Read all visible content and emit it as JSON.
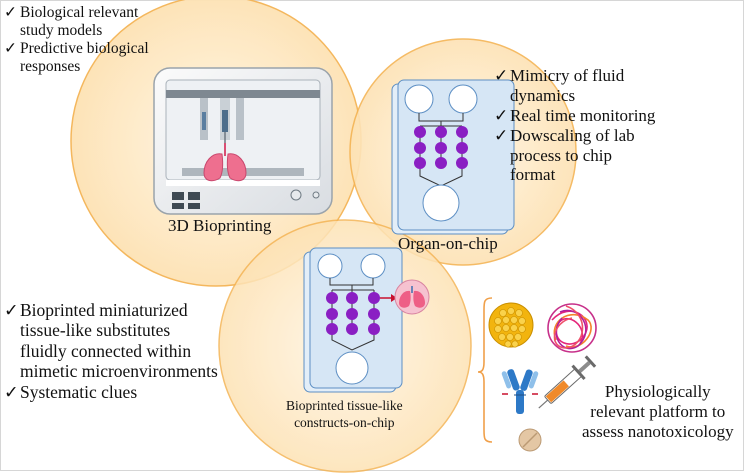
{
  "circles": {
    "fill": "#fde9c4",
    "stroke": "#f4b455",
    "labels": {
      "bioprinting": "3D Bioprinting",
      "organ_on_chip": "Organ-on-chip",
      "bioprinted_chip": [
        "Bioprinted tissue-like",
        "constructs-on-chip"
      ]
    }
  },
  "check_mark": "✓",
  "top_left_list": [
    [
      "Biological relevant",
      "study models"
    ],
    [
      "Predictive biological",
      "responses"
    ]
  ],
  "top_right_list": [
    [
      "Mimicry of fluid",
      "dynamics"
    ],
    [
      "Real time monitoring"
    ],
    [
      "Dowscaling of lab",
      "process to chip",
      "format"
    ]
  ],
  "bottom_left_list": [
    [
      "Bioprinted miniaturized",
      "tissue-like substitutes",
      "fluidly connected within",
      "mimetic microenvironments"
    ],
    [
      "Systematic clues"
    ]
  ],
  "platform_text": [
    "Physiologically",
    "relevant platform to",
    "assess nanotoxicology"
  ],
  "colors": {
    "chip_fill": "#d6e6f5",
    "chip_stroke": "#5d8fc4",
    "well": "#8a1fc3",
    "lung": "#ee6f8f",
    "brace": "#f0a04a"
  },
  "icons": [
    "bioprinter-icon",
    "lungs-icon",
    "chip-icon",
    "nanoparticle-icon",
    "polymer-nanoparticle-icon",
    "antibody-icon",
    "syringe-icon",
    "pill-icon"
  ]
}
